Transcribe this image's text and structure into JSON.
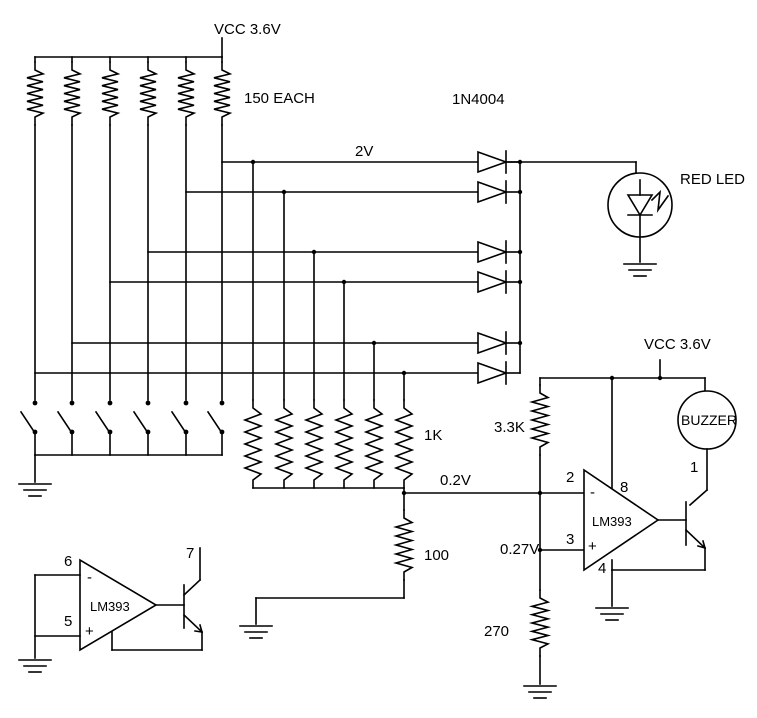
{
  "labels": {
    "vcc_top": "VCC  3.6V",
    "resistors_top": "150 EACH",
    "diode_part": "1N4004",
    "voltage_2v": "2V",
    "led": "RED LED",
    "vcc_right": "VCC  3.6V",
    "r_1k": "1K",
    "r_3k3": "3.3K",
    "buzzer": "BUZZER",
    "voltage_02v": "0.2V",
    "voltage_027v": "0.27V",
    "r_100": "100",
    "r_270": "270",
    "comparator_main": "LM393",
    "comparator_small": "LM393",
    "pin_2": "2",
    "pin_3": "3",
    "pin_8": "8",
    "pin_4": "4",
    "pin_1": "1",
    "pin_6": "6",
    "pin_5": "5",
    "pin_7": "7",
    "minus": "-",
    "plus": "+"
  }
}
